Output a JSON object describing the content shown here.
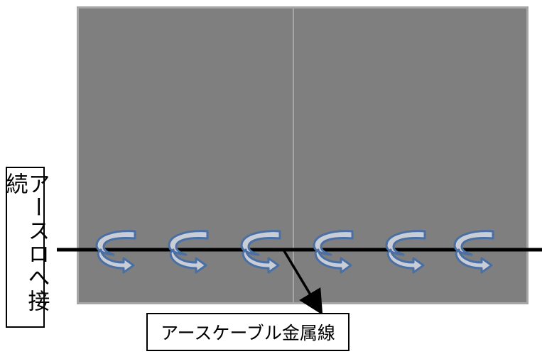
{
  "labels": {
    "earth_connection": "アースロへ接続",
    "earth_cable": "アースケーブル金属線"
  },
  "colors": {
    "panel_fill": "#7f7f7f",
    "panel_border": "#a6a6a6",
    "swirl_outline": "#4a6fa5",
    "swirl_fill": "#c9ced6",
    "wire": "#000000"
  },
  "swirl_count": 6,
  "icons": {
    "swirl": "curved-arrow-icon",
    "pointer": "arrow-icon"
  }
}
